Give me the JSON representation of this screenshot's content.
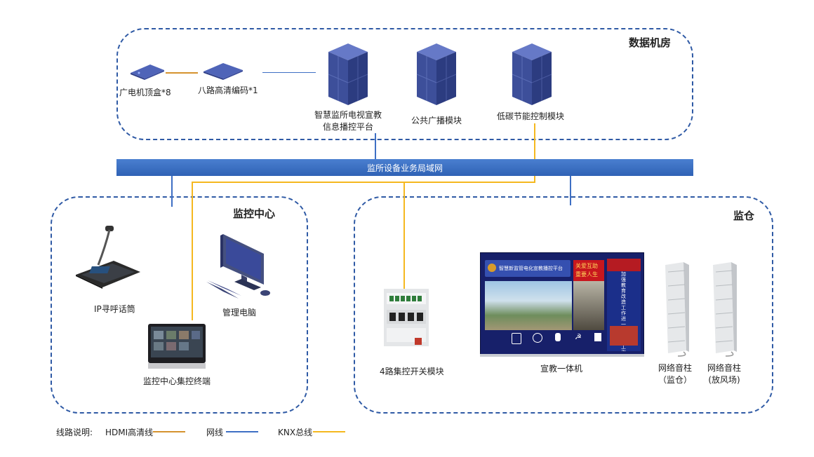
{
  "zones": {
    "data_room": "数据机房",
    "monitor_center": "监控中心",
    "cell": "监仓"
  },
  "network": {
    "lan_label": "监所设备业务局域网"
  },
  "devices": {
    "stb": "广电机顶盒*8",
    "encoder": "八路高清编码*1",
    "platform_line1": "智慧监所电视宣教",
    "platform_line2": "信息播控平台",
    "broadcast": "公共广播模块",
    "energy": "低碳节能控制模块",
    "ip_mic": "IP寻呼话筒",
    "pc": "管理电脑",
    "terminal": "监控中心集控终端",
    "switch_module": "4路集控开关模块",
    "kiosk": "宣教一体机",
    "speaker1_line1": "网络音柱",
    "speaker1_line2": "（监仓）",
    "speaker2_line1": "网络音柱",
    "speaker2_line2": "(放风场)"
  },
  "screen": {
    "title": "智慧新监管电化宣教播控平台",
    "banner_red": "关爱互助 重要人生",
    "vertical_text": "加强教育改造工作 进一步提高工作质量"
  },
  "legend": {
    "caption": "线路说明:",
    "hdmi": "HDMI高清线",
    "ethernet": "网线",
    "knx": "KNX总线"
  },
  "colors": {
    "hdmi": "#d5922e",
    "ethernet": "#3e6fc4",
    "knx": "#f5b81f",
    "zone_border": "#2f5aa5",
    "server": "#3d4f9a"
  }
}
